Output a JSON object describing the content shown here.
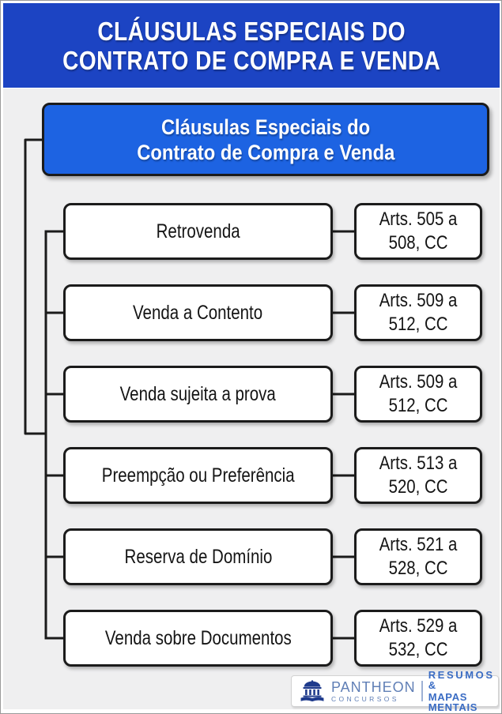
{
  "header": {
    "line1": "CLÁUSULAS ESPECIAIS DO",
    "line2": "CONTRATO DE COMPRA E VENDA"
  },
  "root": {
    "line1": "Cláusulas Especiais do",
    "line2": "Contrato de Compra e Venda"
  },
  "rows": [
    {
      "label": "Retrovenda",
      "ref_line1": "Arts. 505 a",
      "ref_line2": "508, CC"
    },
    {
      "label": "Venda a Contento",
      "ref_line1": "Arts. 509 a",
      "ref_line2": "512, CC"
    },
    {
      "label": "Venda sujeita a prova",
      "ref_line1": "Arts. 509 a",
      "ref_line2": "512, CC"
    },
    {
      "label": "Preempção ou Preferência",
      "ref_line1": "Arts. 513 a",
      "ref_line2": "520, CC"
    },
    {
      "label": "Reserva de Domínio",
      "ref_line1": "Arts. 521 a",
      "ref_line2": "528, CC"
    },
    {
      "label": "Venda sobre Documentos",
      "ref_line1": "Arts. 529 a",
      "ref_line2": "532, CC"
    }
  ],
  "footer": {
    "brand": "PANTHEON",
    "brand_sub": "CONCURSOS",
    "tagline_line1": "RESUMOS &",
    "tagline_line2": "MAPAS MENTAIS",
    "icon": "pantheon-temple-book-icon"
  },
  "colors": {
    "header_bg": "#1c44c3",
    "root_bg": "#1d63e2",
    "canvas_bg": "#efeff0",
    "node_border": "#1b1b1b",
    "connector": "#1b1b1b",
    "logo_navy": "#1e3a8c",
    "logo_blue_muted": "#607fb6",
    "logo_blue_bold": "#3a6cc4"
  }
}
